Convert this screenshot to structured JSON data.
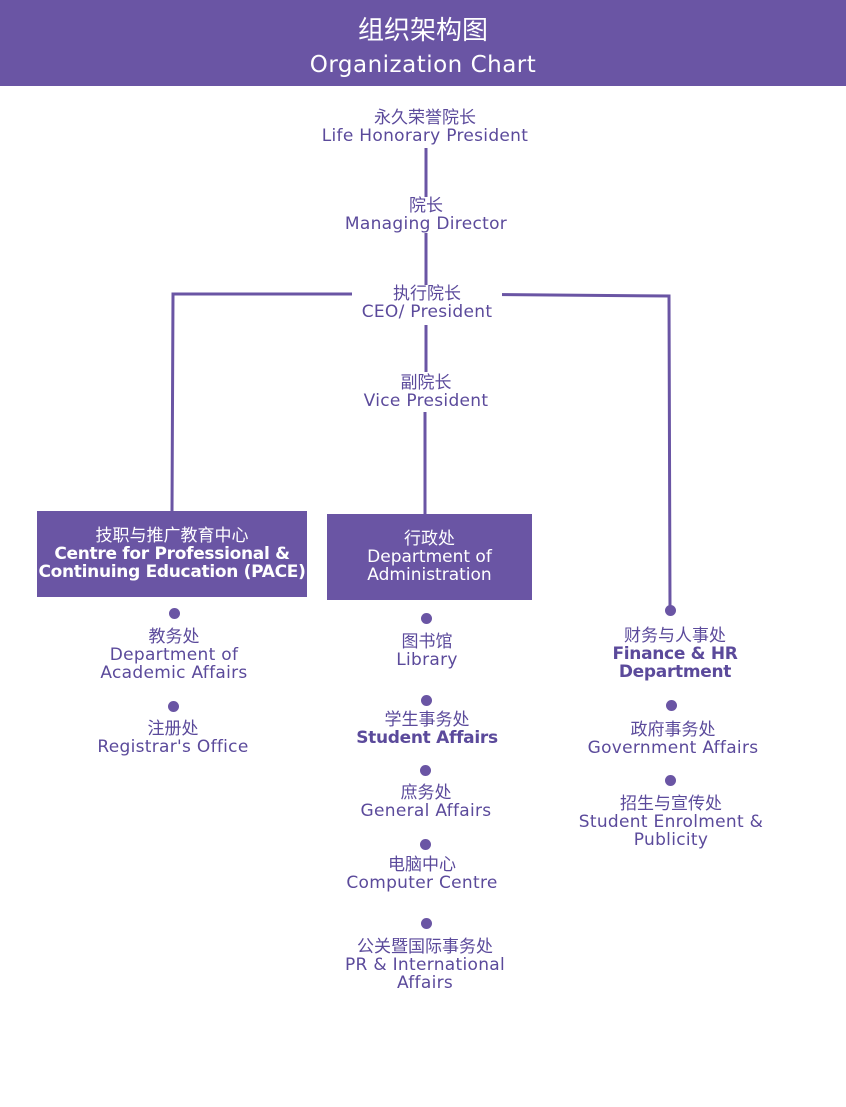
{
  "header": {
    "title_zh": "组织架构图",
    "title_en": "Organization Chart"
  },
  "hierarchy": {
    "life_president": {
      "zh": "永久荣誉院长",
      "en": "Life Honorary President"
    },
    "managing_director": {
      "zh": "院长",
      "en": "Managing Director"
    },
    "ceo": {
      "zh": "执行院长",
      "en": "CEO/ President"
    },
    "vice_president": {
      "zh": "副院长",
      "en": "Vice President"
    }
  },
  "departments": {
    "pace": {
      "zh": "技职与推广教育中心",
      "en_line1": "Centre for Professional &",
      "en_line2": "Continuing Education (PACE)",
      "units": [
        {
          "zh": "教务处",
          "en_line1": "Department of",
          "en_line2": "Academic Affairs"
        },
        {
          "zh": "注册处",
          "en_line1": "Registrar's Office",
          "en_line2": ""
        }
      ]
    },
    "admin": {
      "zh": "行政处",
      "en_line1": "Department of",
      "en_line2": "Administration",
      "units": [
        {
          "zh": "图书馆",
          "en_line1": "Library",
          "en_line2": ""
        },
        {
          "zh": "学生事务处",
          "en_line1": "Student Affairs",
          "en_line2": ""
        },
        {
          "zh": "庶务处",
          "en_line1": "General Affairs",
          "en_line2": ""
        },
        {
          "zh": "电脑中心",
          "en_line1": "Computer Centre",
          "en_line2": ""
        },
        {
          "zh": "公关暨国际事务处",
          "en_line1": "PR & International",
          "en_line2": "Affairs"
        }
      ]
    },
    "finance": {
      "units": [
        {
          "zh": "财务与人事处",
          "en_line1": "Finance & HR",
          "en_line2": "Department"
        },
        {
          "zh": "政府事务处",
          "en_line1": "Government Affairs",
          "en_line2": ""
        },
        {
          "zh": "招生与宣传处",
          "en_line1": "Student Enrolment &",
          "en_line2": "Publicity"
        }
      ]
    }
  },
  "colors": {
    "primary": "#6a55a4",
    "text": "#5b4a9b",
    "background": "#ffffff"
  }
}
